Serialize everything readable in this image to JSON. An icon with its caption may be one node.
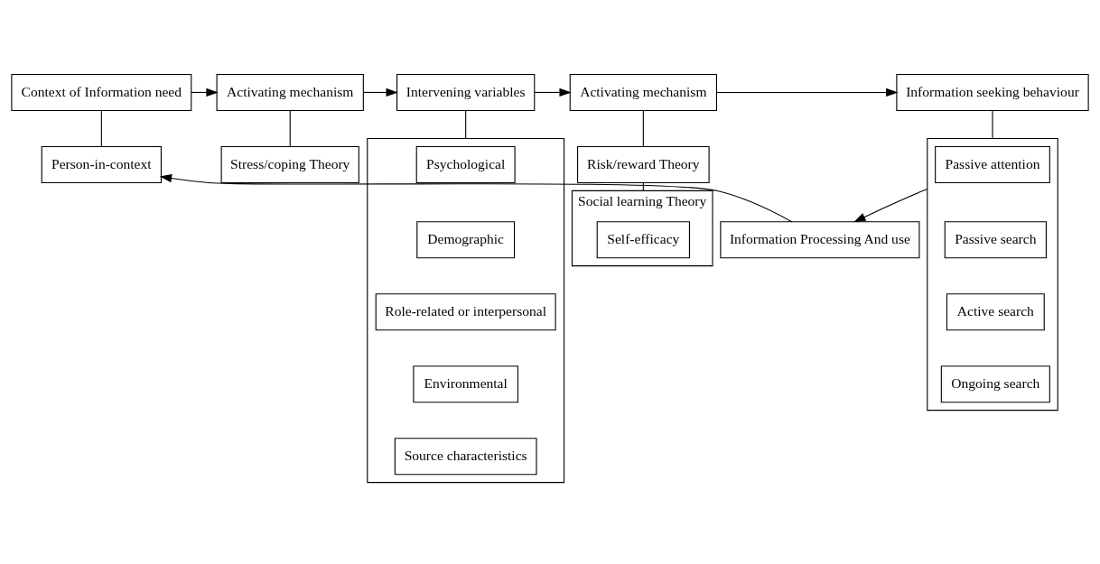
{
  "diagram": {
    "nodes": [
      {
        "text": [
          "Context of Information need"
        ]
      },
      {
        "text": [
          "Activating mechanism"
        ]
      },
      {
        "text": [
          "Intervening variables"
        ]
      },
      {
        "text": [
          "Activating mechanism"
        ]
      },
      {
        "text": [
          "Information seeking behaviour"
        ]
      },
      {
        "text": [
          "Person-in-context"
        ]
      },
      {
        "text": [
          "Stress/coping Theory"
        ]
      },
      {
        "text": [],
        "shape": "box"
      },
      {
        "text": [
          "Psychological"
        ],
        "in": 7
      },
      {
        "text": [
          "Demographic"
        ],
        "in": 7
      },
      {
        "text": [
          "Role-related or interpersonal"
        ],
        "in": 7
      },
      {
        "text": [
          "Environmental"
        ],
        "in": 7
      },
      {
        "text": [
          "Source characteristics"
        ],
        "in": 7
      },
      {
        "text": [
          "Risk/reward Theory"
        ]
      },
      {
        "text": [
          "Social learning Theory"
        ]
      },
      {
        "text": [
          "Self-efficacy"
        ],
        "in": 14
      },
      {
        "text": [],
        "shape": "box"
      },
      {
        "text": [
          "Passive attention"
        ],
        "in": 16
      },
      {
        "text": [
          "Passive search"
        ],
        "in": 16
      },
      {
        "text": [
          "Active search"
        ],
        "in": 16
      },
      {
        "text": [
          "Ongoing search"
        ],
        "in": 16
      },
      {
        "text": [
          "Information Processing And use"
        ]
      }
    ],
    "edges": [
      {
        "from": 0,
        "to": 1,
        "arrow": "to"
      },
      {
        "from": 1,
        "to": 2,
        "arrow": "to"
      },
      {
        "from": 2,
        "to": 3,
        "arrow": "to"
      },
      {
        "from": 3,
        "to": 4,
        "arrow": "to"
      },
      {
        "from": 0,
        "to": 5,
        "arrow": "none"
      },
      {
        "from": 1,
        "to": 6,
        "arrow": "none"
      },
      {
        "from": 2,
        "to": 7,
        "arrow": "none"
      },
      {
        "from": 3,
        "to": 13,
        "arrow": "none"
      },
      {
        "from": 13,
        "to": 14,
        "arrow": "none"
      },
      {
        "from": 4,
        "to": 16,
        "arrow": "none"
      },
      {
        "from": 16,
        "to": 21,
        "arrow": "to"
      },
      {
        "from": 21,
        "to": 5,
        "arrow": "to"
      }
    ]
  }
}
